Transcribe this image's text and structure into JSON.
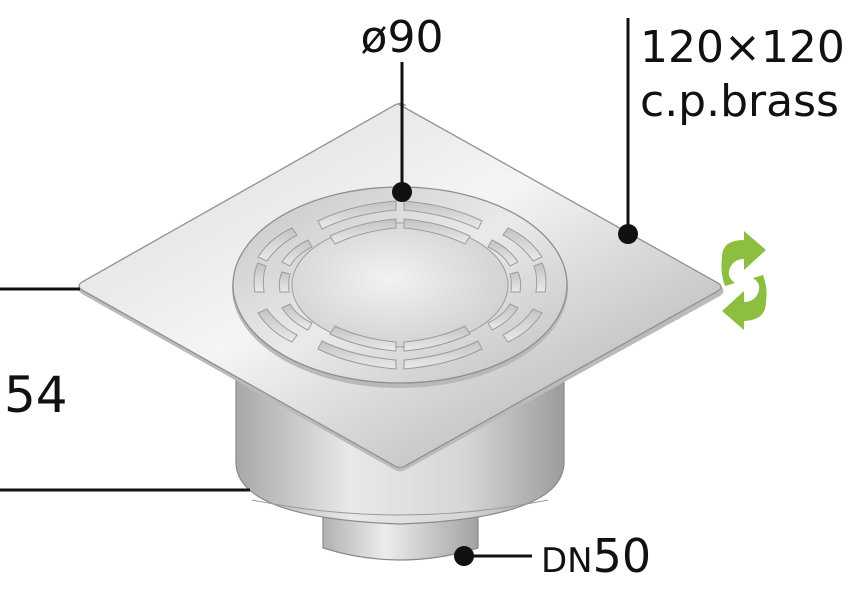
{
  "labels": {
    "diameter": "ø90",
    "size_line1": "120×120",
    "size_line2": "c.p.brass",
    "height": "54",
    "outlet_prefix": "DN",
    "outlet_value": "50"
  },
  "colors": {
    "steel_light": "#f2f3f4",
    "steel_mid": "#c9cbcd",
    "steel_dark": "#9a9c9e",
    "body_light": "#e6e6e6",
    "body_dark": "#a7a7a7",
    "line": "#111111",
    "arrow_green": "#8cbf3f"
  },
  "icons": [
    "rotation-arrows-icon"
  ]
}
